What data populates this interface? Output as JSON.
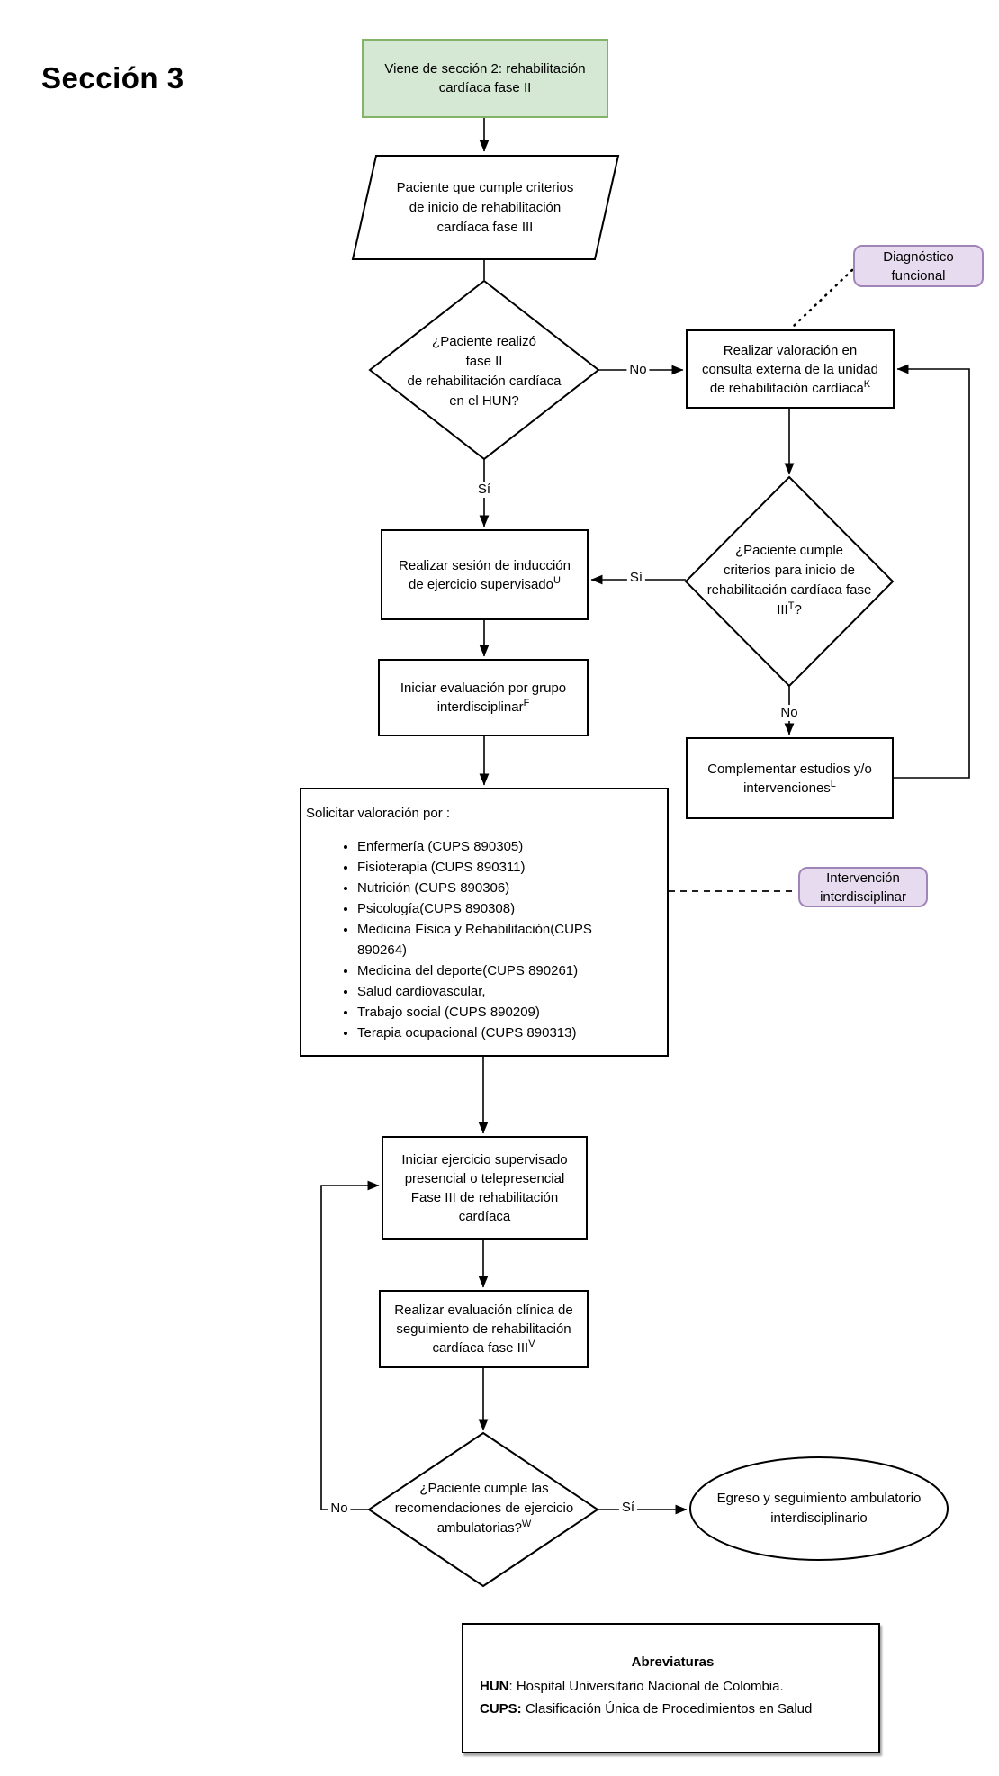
{
  "title": "Sección 3",
  "colors": {
    "green_fill": "#d5e8d4",
    "green_border": "#82b366",
    "purple_fill": "#e7dcef",
    "purple_border": "#a285b8",
    "line_color": "#000000"
  },
  "nodes": {
    "start": {
      "text": "Viene de sección 2: rehabilitación\ncardíaca fase II"
    },
    "entry": {
      "text": "Paciente que cumple criterios\nde inicio de rehabilitación\ncardíaca fase III"
    },
    "decision_fase2": {
      "text": "¿Paciente realizó\nfase II\nde rehabilitación cardíaca\nen el  HUN?"
    },
    "valoracion": {
      "text": "Realizar valoración en\nconsulta externa de la unidad\nde rehabilitación cardíaca",
      "sup": "K"
    },
    "decision_criterios": {
      "text": "¿Paciente cumple\ncriterios para inicio de\nrehabilitación cardíaca fase\nIII",
      "sup": "T",
      "tail": "?"
    },
    "induccion": {
      "text": "Realizar sesión de inducción\nde ejercicio supervisado",
      "sup": "U"
    },
    "evaluacion_grupo": {
      "text": "Iniciar evaluación  por grupo\ninterdisciplinar",
      "sup": "F"
    },
    "complementar": {
      "text": "Complementar estudios y/o\nintervenciones",
      "sup": "L"
    },
    "solicitar": {
      "heading": "Solicitar valoración por :",
      "items": [
        "Enfermería (CUPS 890305)",
        "Fisioterapia (CUPS 890311)",
        "Nutrición (CUPS 890306)",
        "Psicología(CUPS 890308)",
        "Medicina Física y Rehabilitación(CUPS 890264)",
        "Medicina del deporte(CUPS 890261)",
        "Salud cardiovascular,",
        "Trabajo social (CUPS 890209)",
        "Terapia ocupacional (CUPS 890313)"
      ]
    },
    "ejercicio_fase3": {
      "text": "Iniciar ejercicio supervisado\npresencial o telepresencial\nFase III de rehabilitación\ncardíaca"
    },
    "evaluacion_clinica": {
      "text": "Realizar evaluación clínica de\nseguimiento de rehabilitación\ncardíaca fase III",
      "sup": "V"
    },
    "decision_recomendaciones": {
      "text": "¿Paciente cumple las\nrecomendaciones de ejercicio\nambulatorias?",
      "sup": "W"
    },
    "egreso": {
      "text": "Egreso y seguimiento ambulatorio\ninterdisciplinario"
    }
  },
  "badges": {
    "diagnostico": "Diagnóstico funcional",
    "intervencion": "Intervención interdisciplinar"
  },
  "edges": {
    "no_fase2": "No",
    "si_fase2": "Sí",
    "si_criterios": "Sí",
    "no_criterios": "No",
    "no_recomendaciones": "No",
    "si_recomendaciones": "Sí"
  },
  "abbreviations": {
    "title": "Abreviaturas",
    "entries": [
      {
        "term": "HUN",
        "definition": ": Hospital Universitario Nacional de Colombia."
      },
      {
        "term": "CUPS:",
        "definition": " Clasificación Única de Procedimientos en Salud"
      }
    ]
  }
}
